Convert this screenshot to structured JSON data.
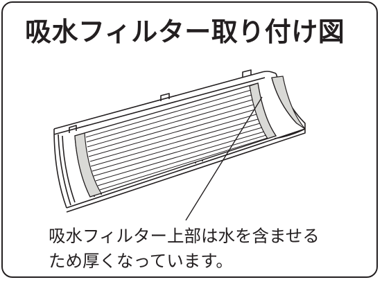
{
  "title": "吸水フィルター取り付け図",
  "caption": {
    "line1": "吸水フィルター上部は水を含ませる",
    "line2": "ため厚くなっています。"
  },
  "colors": {
    "frame": "#231f20",
    "filter_fill": "#d9d9d6",
    "line": "#231f20",
    "background": "#ffffff"
  },
  "icons": {
    "illustration": "water-absorbing-filter-drawing"
  }
}
